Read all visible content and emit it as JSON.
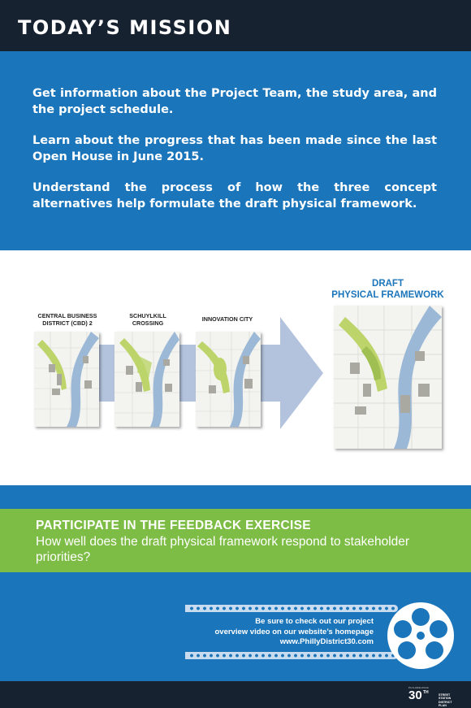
{
  "header": {
    "title": "TODAY’S MISSION"
  },
  "intro": {
    "statements": [
      "Get information about the Project Team, the study area, and the project schedule.",
      "Learn about the progress that has been made since the last Open House in June 2015.",
      "Understand the process of how the three concept alternatives help formulate the draft physical framework."
    ]
  },
  "diagram": {
    "alternatives": [
      {
        "label": "CENTRAL BUSINESS DISTRICT (CBD) 2"
      },
      {
        "label": "SCHUYLKILL CROSSING"
      },
      {
        "label": "INNOVATION CITY"
      }
    ],
    "final_label_line1": "DRAFT",
    "final_label_line2": "PHYSICAL FRAMEWORK",
    "arrow_color": "#b3c3dd",
    "map_water_color": "#9bb8d6",
    "map_green_color": "#bcd46a"
  },
  "feedback": {
    "title": "PARTICIPATE IN THE FEEDBACK EXERCISE",
    "question": "How well does the draft physical framework respond to stakeholder priorities?"
  },
  "video": {
    "line1": "Be sure to check out our project",
    "line2": "overview video on our website’s homepage",
    "url": "www.PhillyDistrict30.com",
    "icon": "film-reel-icon"
  },
  "logo": {
    "top_text": "PHILADELPHIA",
    "number": "30",
    "suffix": "TH",
    "line1": "STREET STATION",
    "line2": "DISTRICT PLAN"
  },
  "colors": {
    "navy": "#172230",
    "blue": "#1b75bb",
    "green": "#7dbd45",
    "white": "#ffffff"
  }
}
